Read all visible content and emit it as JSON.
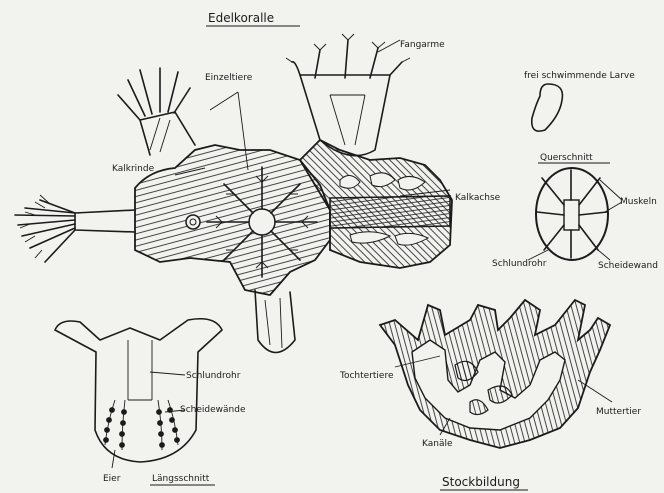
{
  "titles": {
    "main": "Edelkoralle",
    "laengsschnitt": "Längsschnitt",
    "stockbildung": "Stockbildung",
    "querschnitt": "Querschnitt"
  },
  "labels": {
    "fangarme": "Fangarme",
    "einzeltiere": "Einzeltiere",
    "kalkrinde": "Kalkrinde",
    "kalkachse": "Kalkachse",
    "larve": "frei schwimmende Larve",
    "muskeln": "Muskeln",
    "schlundrohr_q": "Schlundrohr",
    "scheidewand": "Scheidewand",
    "schlundrohr_l": "Schlundrohr",
    "scheidewaende": "Scheidewände",
    "eier": "Eier",
    "tochtertiere": "Tochtertiere",
    "muttertier": "Muttertier",
    "kanaele": "Kanäle"
  },
  "colors": {
    "ink": "#1b1b1b",
    "paper": "#f2f2ef"
  }
}
